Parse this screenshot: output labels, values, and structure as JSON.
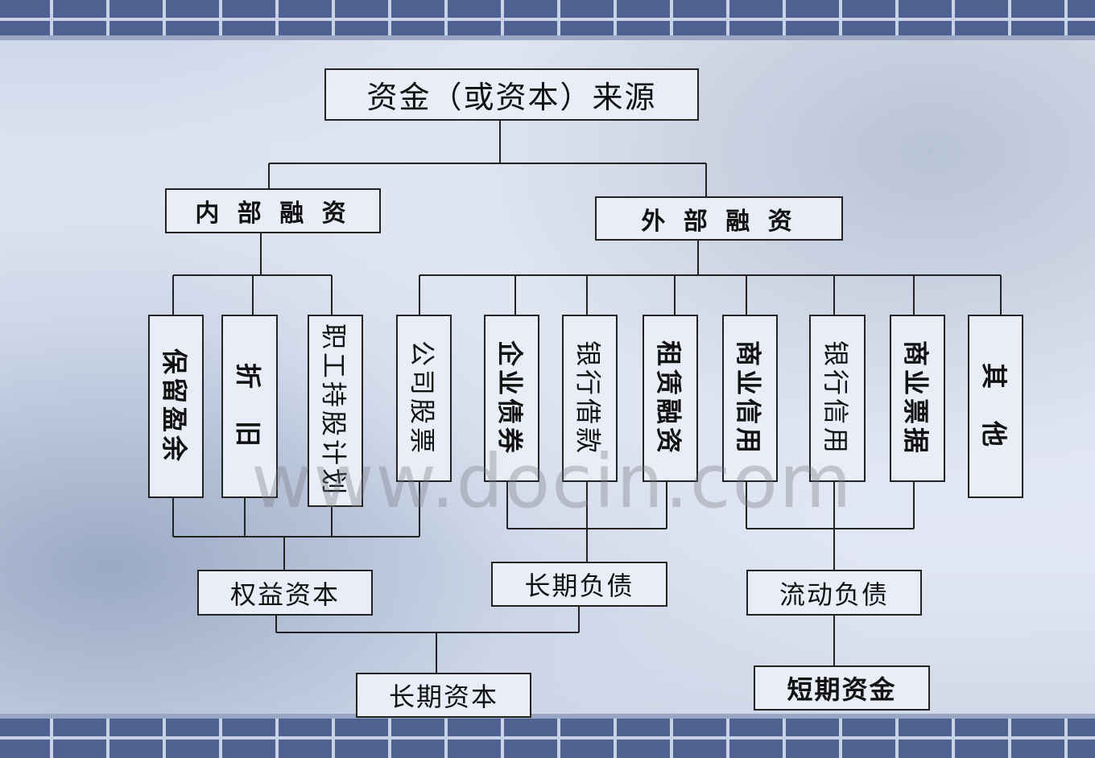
{
  "root": "资金（或资本）来源",
  "internal": "内 部 融 资",
  "external": "外 部 融 资",
  "internal_items": [
    "保留盈余",
    "折　旧",
    "职工持股计划",
    "公司股票"
  ],
  "external_items": [
    "企业债券",
    "银行借款",
    "租赁融资",
    "商业信用",
    "银行信用",
    "商业票据",
    "其　他"
  ],
  "equity": "权益资本",
  "long_debt": "长期负债",
  "current_debt": "流动负债",
  "long_capital": "长期资本",
  "short_funds": "短期资金",
  "watermark": "www.docin.com"
}
